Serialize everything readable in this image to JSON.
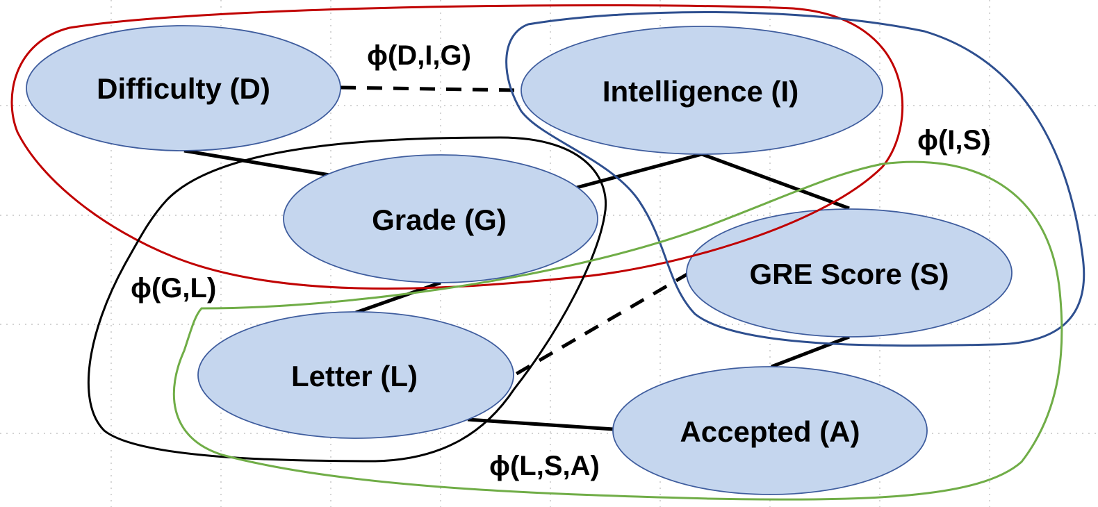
{
  "nodes": {
    "difficulty": "Difficulty (D)",
    "intelligence": "Intelligence (I)",
    "grade": "Grade (G)",
    "gre_score": "GRE Score (S)",
    "letter": "Letter (L)",
    "accepted": "Accepted (A)"
  },
  "factors": {
    "dig": "ϕ(D,I,G)",
    "is": "ϕ(I,S)",
    "gl": "ϕ(G,L)",
    "lsa": "ϕ(L,S,A)"
  },
  "colors": {
    "node_fill": "#c5d6ee",
    "node_stroke": "#3f5d9e",
    "factor_dig": "#c00000",
    "factor_is": "#2e4f8f",
    "factor_gl": "#000000",
    "factor_lsa": "#70ad47",
    "edge": "#000000"
  }
}
